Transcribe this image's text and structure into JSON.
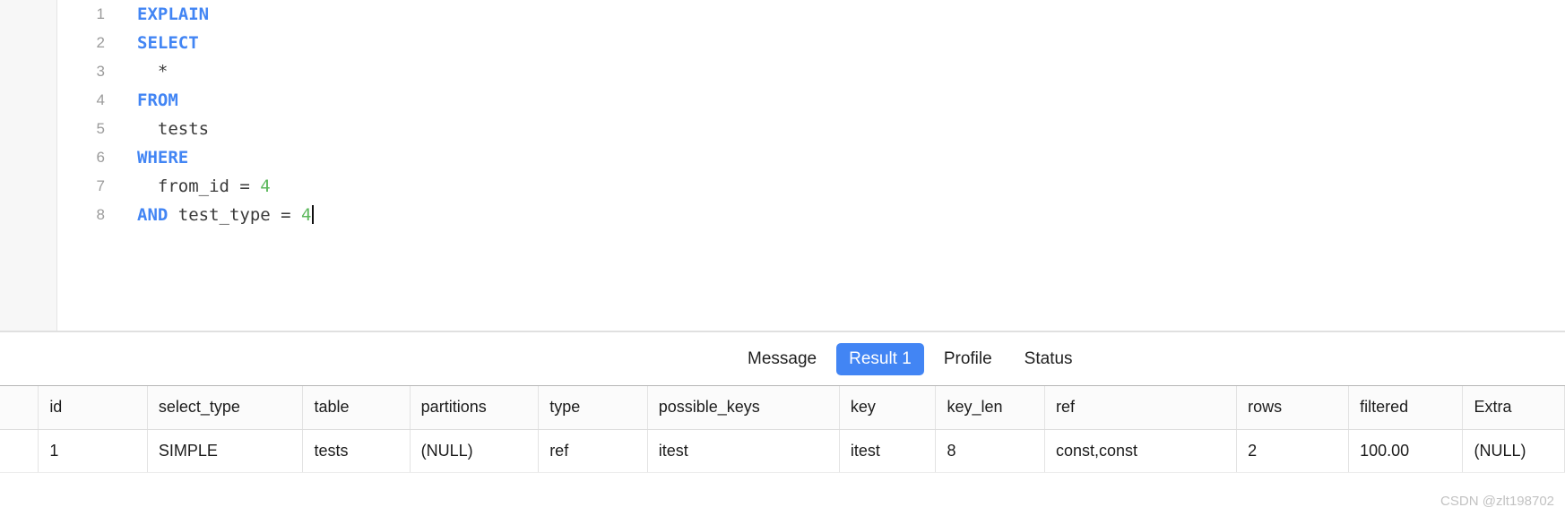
{
  "editor": {
    "language": "sql",
    "lines": [
      {
        "num": "1",
        "tokens": [
          {
            "t": "EXPLAIN",
            "k": "kw"
          }
        ]
      },
      {
        "num": "2",
        "tokens": [
          {
            "t": "SELECT",
            "k": "kw"
          }
        ]
      },
      {
        "num": "3",
        "tokens": [
          {
            "t": "  *",
            "k": "plain"
          }
        ]
      },
      {
        "num": "4",
        "tokens": [
          {
            "t": "FROM",
            "k": "kw"
          }
        ]
      },
      {
        "num": "5",
        "tokens": [
          {
            "t": "  tests",
            "k": "plain"
          }
        ]
      },
      {
        "num": "6",
        "tokens": [
          {
            "t": "WHERE",
            "k": "kw"
          }
        ]
      },
      {
        "num": "7",
        "tokens": [
          {
            "t": "  from_id = ",
            "k": "plain"
          },
          {
            "t": "4",
            "k": "num"
          }
        ]
      },
      {
        "num": "8",
        "tokens": [
          {
            "t": "AND",
            "k": "kw"
          },
          {
            "t": " test_type = ",
            "k": "plain"
          },
          {
            "t": "4",
            "k": "num"
          }
        ],
        "caret": true
      }
    ]
  },
  "result_tabs": {
    "items": [
      {
        "label": "Message",
        "active": false
      },
      {
        "label": "Result 1",
        "active": true
      },
      {
        "label": "Profile",
        "active": false
      },
      {
        "label": "Status",
        "active": false
      }
    ],
    "active_color": "#4285f4"
  },
  "result_grid": {
    "columns": [
      {
        "label": "id",
        "align": "right",
        "width": 105
      },
      {
        "label": "select_type",
        "align": "left",
        "width": 150
      },
      {
        "label": "table",
        "align": "left",
        "width": 103
      },
      {
        "label": "partitions",
        "align": "left",
        "width": 124
      },
      {
        "label": "type",
        "align": "left",
        "width": 105
      },
      {
        "label": "possible_keys",
        "align": "left",
        "width": 185
      },
      {
        "label": "key",
        "align": "left",
        "width": 93
      },
      {
        "label": "key_len",
        "align": "left",
        "width": 105
      },
      {
        "label": "ref",
        "align": "left",
        "width": 185
      },
      {
        "label": "rows",
        "align": "right",
        "width": 108
      },
      {
        "label": "filtered",
        "align": "right",
        "width": 110
      },
      {
        "label": "Extra",
        "align": "left",
        "width": 98
      }
    ],
    "rows": [
      {
        "cells": [
          {
            "v": "1",
            "null": false
          },
          {
            "v": "SIMPLE",
            "null": false
          },
          {
            "v": "tests",
            "null": false
          },
          {
            "v": "(NULL)",
            "null": true
          },
          {
            "v": "ref",
            "null": false
          },
          {
            "v": "itest",
            "null": false
          },
          {
            "v": "itest",
            "null": false
          },
          {
            "v": "8",
            "null": false
          },
          {
            "v": "const,const",
            "null": false
          },
          {
            "v": "2",
            "null": false
          },
          {
            "v": "100.00",
            "null": false
          },
          {
            "v": "(NULL)",
            "null": true
          }
        ]
      }
    ]
  },
  "watermark": {
    "text": "CSDN @zlt198702"
  }
}
